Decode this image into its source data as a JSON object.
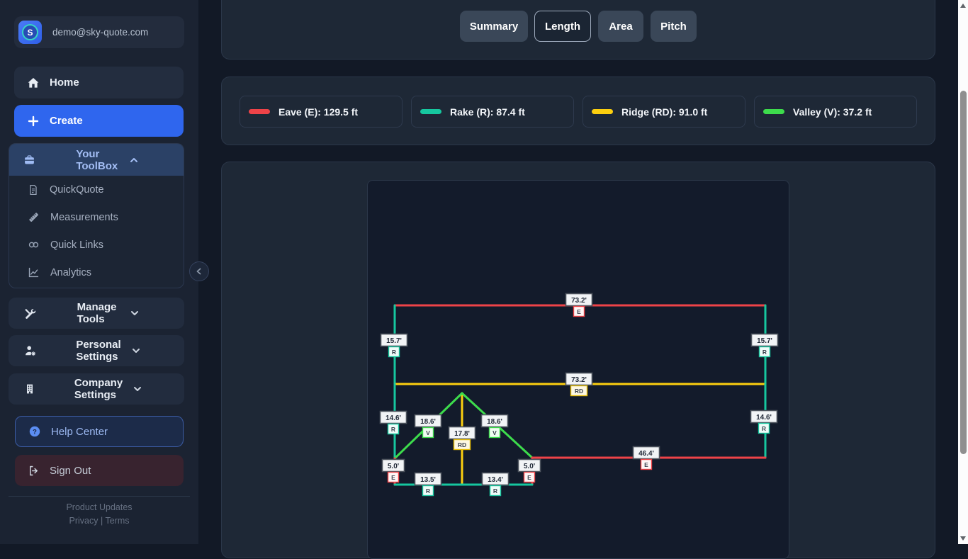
{
  "sidebar": {
    "user": {
      "email": "demo@sky-quote.com",
      "logo_letter": "S"
    },
    "home_label": "Home",
    "create_label": "Create",
    "toolbox": {
      "label": "Your ToolBox",
      "items": [
        {
          "label": "QuickQuote"
        },
        {
          "label": "Measurements"
        },
        {
          "label": "Quick Links"
        },
        {
          "label": "Analytics"
        }
      ]
    },
    "groups": [
      {
        "label": "Manage Tools"
      },
      {
        "label": "Personal Settings"
      },
      {
        "label": "Company Settings"
      }
    ],
    "help_label": "Help Center",
    "signout_label": "Sign Out",
    "footer": {
      "product_updates": "Product Updates",
      "privacy": "Privacy",
      "separator": "|",
      "terms": "Terms"
    }
  },
  "tabs": {
    "active": "Length",
    "items": [
      {
        "label": "Summary"
      },
      {
        "label": "Length"
      },
      {
        "label": "Area"
      },
      {
        "label": "Pitch"
      }
    ]
  },
  "legend": {
    "items": [
      {
        "label": "Eave (E): 129.5 ft",
        "color": "#ef4348"
      },
      {
        "label": "Rake (R): 87.4 ft",
        "color": "#16c79f"
      },
      {
        "label": "Ridge (RD): 91.0 ft",
        "color": "#fccf0f"
      },
      {
        "label": "Valley (V): 37.2 ft",
        "color": "#3ddc4c"
      }
    ]
  },
  "diagram": {
    "line_colors": {
      "E": "#ef4348",
      "R": "#16c79f",
      "RD": "#fccf0f",
      "V": "#3ddc4c"
    },
    "badge_styles": {
      "E": {
        "border": "#ef4348",
        "bg": "#fff6f6"
      },
      "R": {
        "border": "#16c79f",
        "bg": "#effcf9"
      },
      "RD": {
        "border": "#e7bd06",
        "bg": "#fdf8e3"
      },
      "V": {
        "border": "#3ddc4c",
        "bg": "#f0fdf1"
      }
    },
    "labels": [
      {
        "value": "73.2'",
        "badge": "E"
      },
      {
        "value": "15.7'",
        "badge": "R"
      },
      {
        "value": "15.7'",
        "badge": "R"
      },
      {
        "value": "73.2'",
        "badge": "RD"
      },
      {
        "value": "14.6'",
        "badge": "R"
      },
      {
        "value": "14.6'",
        "badge": "R"
      },
      {
        "value": "18.6'",
        "badge": "V"
      },
      {
        "value": "18.6'",
        "badge": "V"
      },
      {
        "value": "17.8'",
        "badge": "RD"
      },
      {
        "value": "5.0'",
        "badge": "E"
      },
      {
        "value": "5.0'",
        "badge": "E"
      },
      {
        "value": "13.5'",
        "badge": "R"
      },
      {
        "value": "13.4'",
        "badge": "R"
      },
      {
        "value": "46.4'",
        "badge": "E"
      }
    ]
  }
}
